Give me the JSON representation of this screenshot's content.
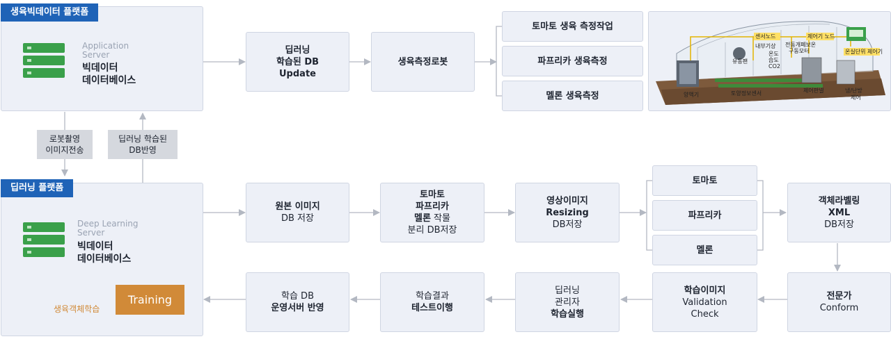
{
  "platforms": {
    "top": {
      "tag": "생육빅데이터 플랫폼",
      "server_label_line1": "Application",
      "server_label_line2": "Server",
      "title_line1": "빅데이터",
      "title_line2": "데이터베이스"
    },
    "bottom": {
      "tag": "딥러닝 플랫폼",
      "server_label_line1": "Deep Learning",
      "server_label_line2": "Server",
      "title_line1": "빅데이터",
      "title_line2": "데이터베이스",
      "training_button": "Training",
      "training_caption": "생육객체학습"
    }
  },
  "connectors": {
    "down": {
      "line1": "로봇촬영",
      "line2": "이미지전송"
    },
    "up": {
      "line1": "딥러닝 학습된",
      "line2": "DB반영"
    }
  },
  "top_row": {
    "db_update": {
      "line1": "딥러닝",
      "line2": "학습된 DB",
      "line3": "Update"
    },
    "robot": "생육측정로봇",
    "tasks": [
      "토마토 생육 측정작업",
      "파프리카 생육측정",
      "멜론 생육측정"
    ]
  },
  "greenhouse": {
    "labels": [
      "센서노드",
      "제어기 노드",
      "내부기상",
      "온도",
      "습도",
      "CO2",
      "전동개폐보온",
      "구동모터",
      "유동팬",
      "온실단위 제어기",
      "양액기",
      "토양정보센서",
      "제어판넬",
      "냉/난방",
      "제어"
    ]
  },
  "middle_row": {
    "raw_image": {
      "line1": "원본 이미지",
      "line2": "DB 저장"
    },
    "separate": {
      "line1": "토마토",
      "line2": "파프리카",
      "line3_bold": "멜론",
      "line3_rest": " 작물",
      "line4": "분리 DB저장"
    },
    "resizing": {
      "line1": "영상이미지",
      "line2": "Resizing",
      "line3": "DB저장"
    },
    "crops": [
      "토마토",
      "파프리카",
      "멜론"
    ],
    "labeling": {
      "line1": "객체라벨링",
      "line2": "XML",
      "line3": "DB저장"
    }
  },
  "bottom_row": {
    "expert": {
      "line1": "전문가",
      "line2": "Conform"
    },
    "validation": {
      "line1": "학습이미지",
      "line2": "Validation",
      "line3": "Check"
    },
    "manager": {
      "line1": "딥러닝",
      "line2": "관리자",
      "line3": "학습실행"
    },
    "test": {
      "line1": "학습결과",
      "line2": "테스트이행"
    },
    "reflect": {
      "line1": "학습 DB",
      "line2": "운영서버 반영"
    }
  },
  "colors": {
    "tag_blue": "#1f63b7",
    "box_bg": "#edf0f7",
    "server_green": "#3aa04a",
    "training_orange": "#d18a38",
    "arrow_gray": "#b3b8c2"
  }
}
